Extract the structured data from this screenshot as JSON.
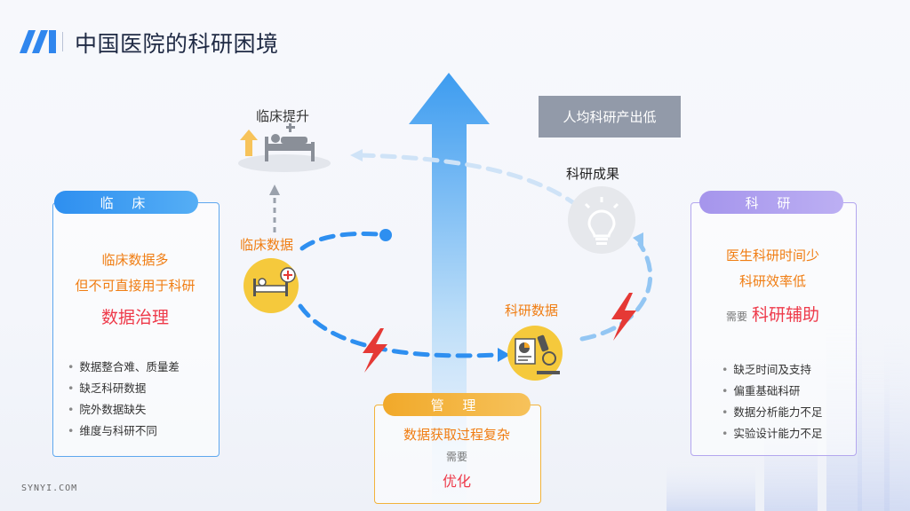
{
  "header": {
    "title": "中国医院的科研困境"
  },
  "footer": {
    "text": "SYNYI.COM"
  },
  "clinical": {
    "pill_label": "临 床",
    "line1": "临床数据多",
    "line2": "但不可直接用于科研",
    "highlight": "数据治理",
    "bullets": [
      "数据整合难、质量差",
      "缺乏科研数据",
      "院外数据缺失",
      "维度与科研不同"
    ]
  },
  "research": {
    "pill_label": "科 研",
    "line1": "医生科研时间少",
    "line2": "科研效率低",
    "need": "需要",
    "highlight": "科研辅助",
    "bullets": [
      "缺乏时间及支持",
      "偏重基础科研",
      "数据分析能力不足",
      "实验设计能力不足"
    ]
  },
  "management": {
    "pill_label": "管 理",
    "line1": "数据获取过程复杂",
    "need": "需要",
    "highlight": "优化"
  },
  "cycle": {
    "clinical_improve": "临床提升",
    "clinical_data": "临床数据",
    "research_data": "科研数据",
    "research_results": "科研成果",
    "per_capita_low": "人均科研产出低"
  },
  "icons": {
    "logo": "brand-logo",
    "up_arrow": "big-up-arrow-icon",
    "bed": "hospital-bed-icon",
    "microscope": "microscope-icon",
    "bulb": "lightbulb-icon",
    "lightning": "lightning-icon"
  },
  "colors": {
    "blue": "#2e8ff0",
    "purple": "#a595ec",
    "yellow": "#f5c93c",
    "orange": "#f07d12",
    "red": "#ee3a4a"
  }
}
